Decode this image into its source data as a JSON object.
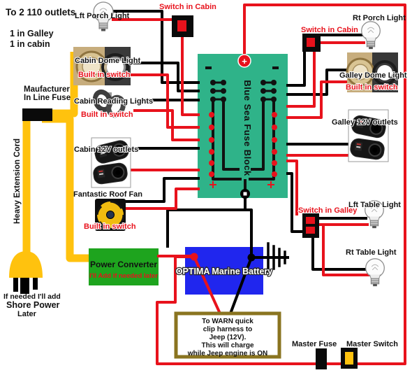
{
  "notes": {
    "outlets": "To 2 110 outlets",
    "galley": "1 in Galley",
    "cabin": "1 in cabin",
    "shore1": "If needed I'll add",
    "shore2": "Shore Power",
    "shore3": "Later"
  },
  "ac": {
    "inline_fuse1": "Maufacturer",
    "inline_fuse2": "In Line Fuse",
    "cord": "Heavy Extension Cord"
  },
  "fuse_block": {
    "name": "Blue Sea Fuse Block",
    "plus": "+"
  },
  "left": {
    "porch": "Lft Porch Light",
    "cabin_switch": "Switch in Cabin",
    "dome": "Cabin Dome Light",
    "dome_note": "Built in switch",
    "reading": "Cabin Reading Lights",
    "reading_note": "Built in switch",
    "outlets": "Cabin 12V outlets",
    "fan": "Fantastic Roof Fan",
    "fan_note": "Built in switch"
  },
  "right": {
    "porch": "Rt Porch Light",
    "cabin_switch": "Switch in Cabin",
    "dome": "Galley Dome Light",
    "dome_note": "Built in switch",
    "outlets": "Galley 12V outlets",
    "galley_switch": "Switch in Galley",
    "left_table": "Lft Table Light",
    "right_table": "Rt Table Light"
  },
  "power": {
    "converter": "Power Converter",
    "converter_note": "I'll Add if needed later",
    "battery": "OPTIMA Marine Battery",
    "master_fuse": "Master Fuse",
    "master_switch": "Master Switch",
    "warn": [
      "To WARN quick",
      "clip harness to",
      "Jeep (12V).",
      "This will charge",
      "while Jeep engine is ON"
    ]
  },
  "colors": {
    "hot": "#e8121c",
    "ground": "#000000",
    "ac_cord": "#ffc20e",
    "fuse_block": "#2fb389",
    "converter": "#1ea41e",
    "battery": "#2026ee",
    "warn_border": "#8a7420"
  }
}
